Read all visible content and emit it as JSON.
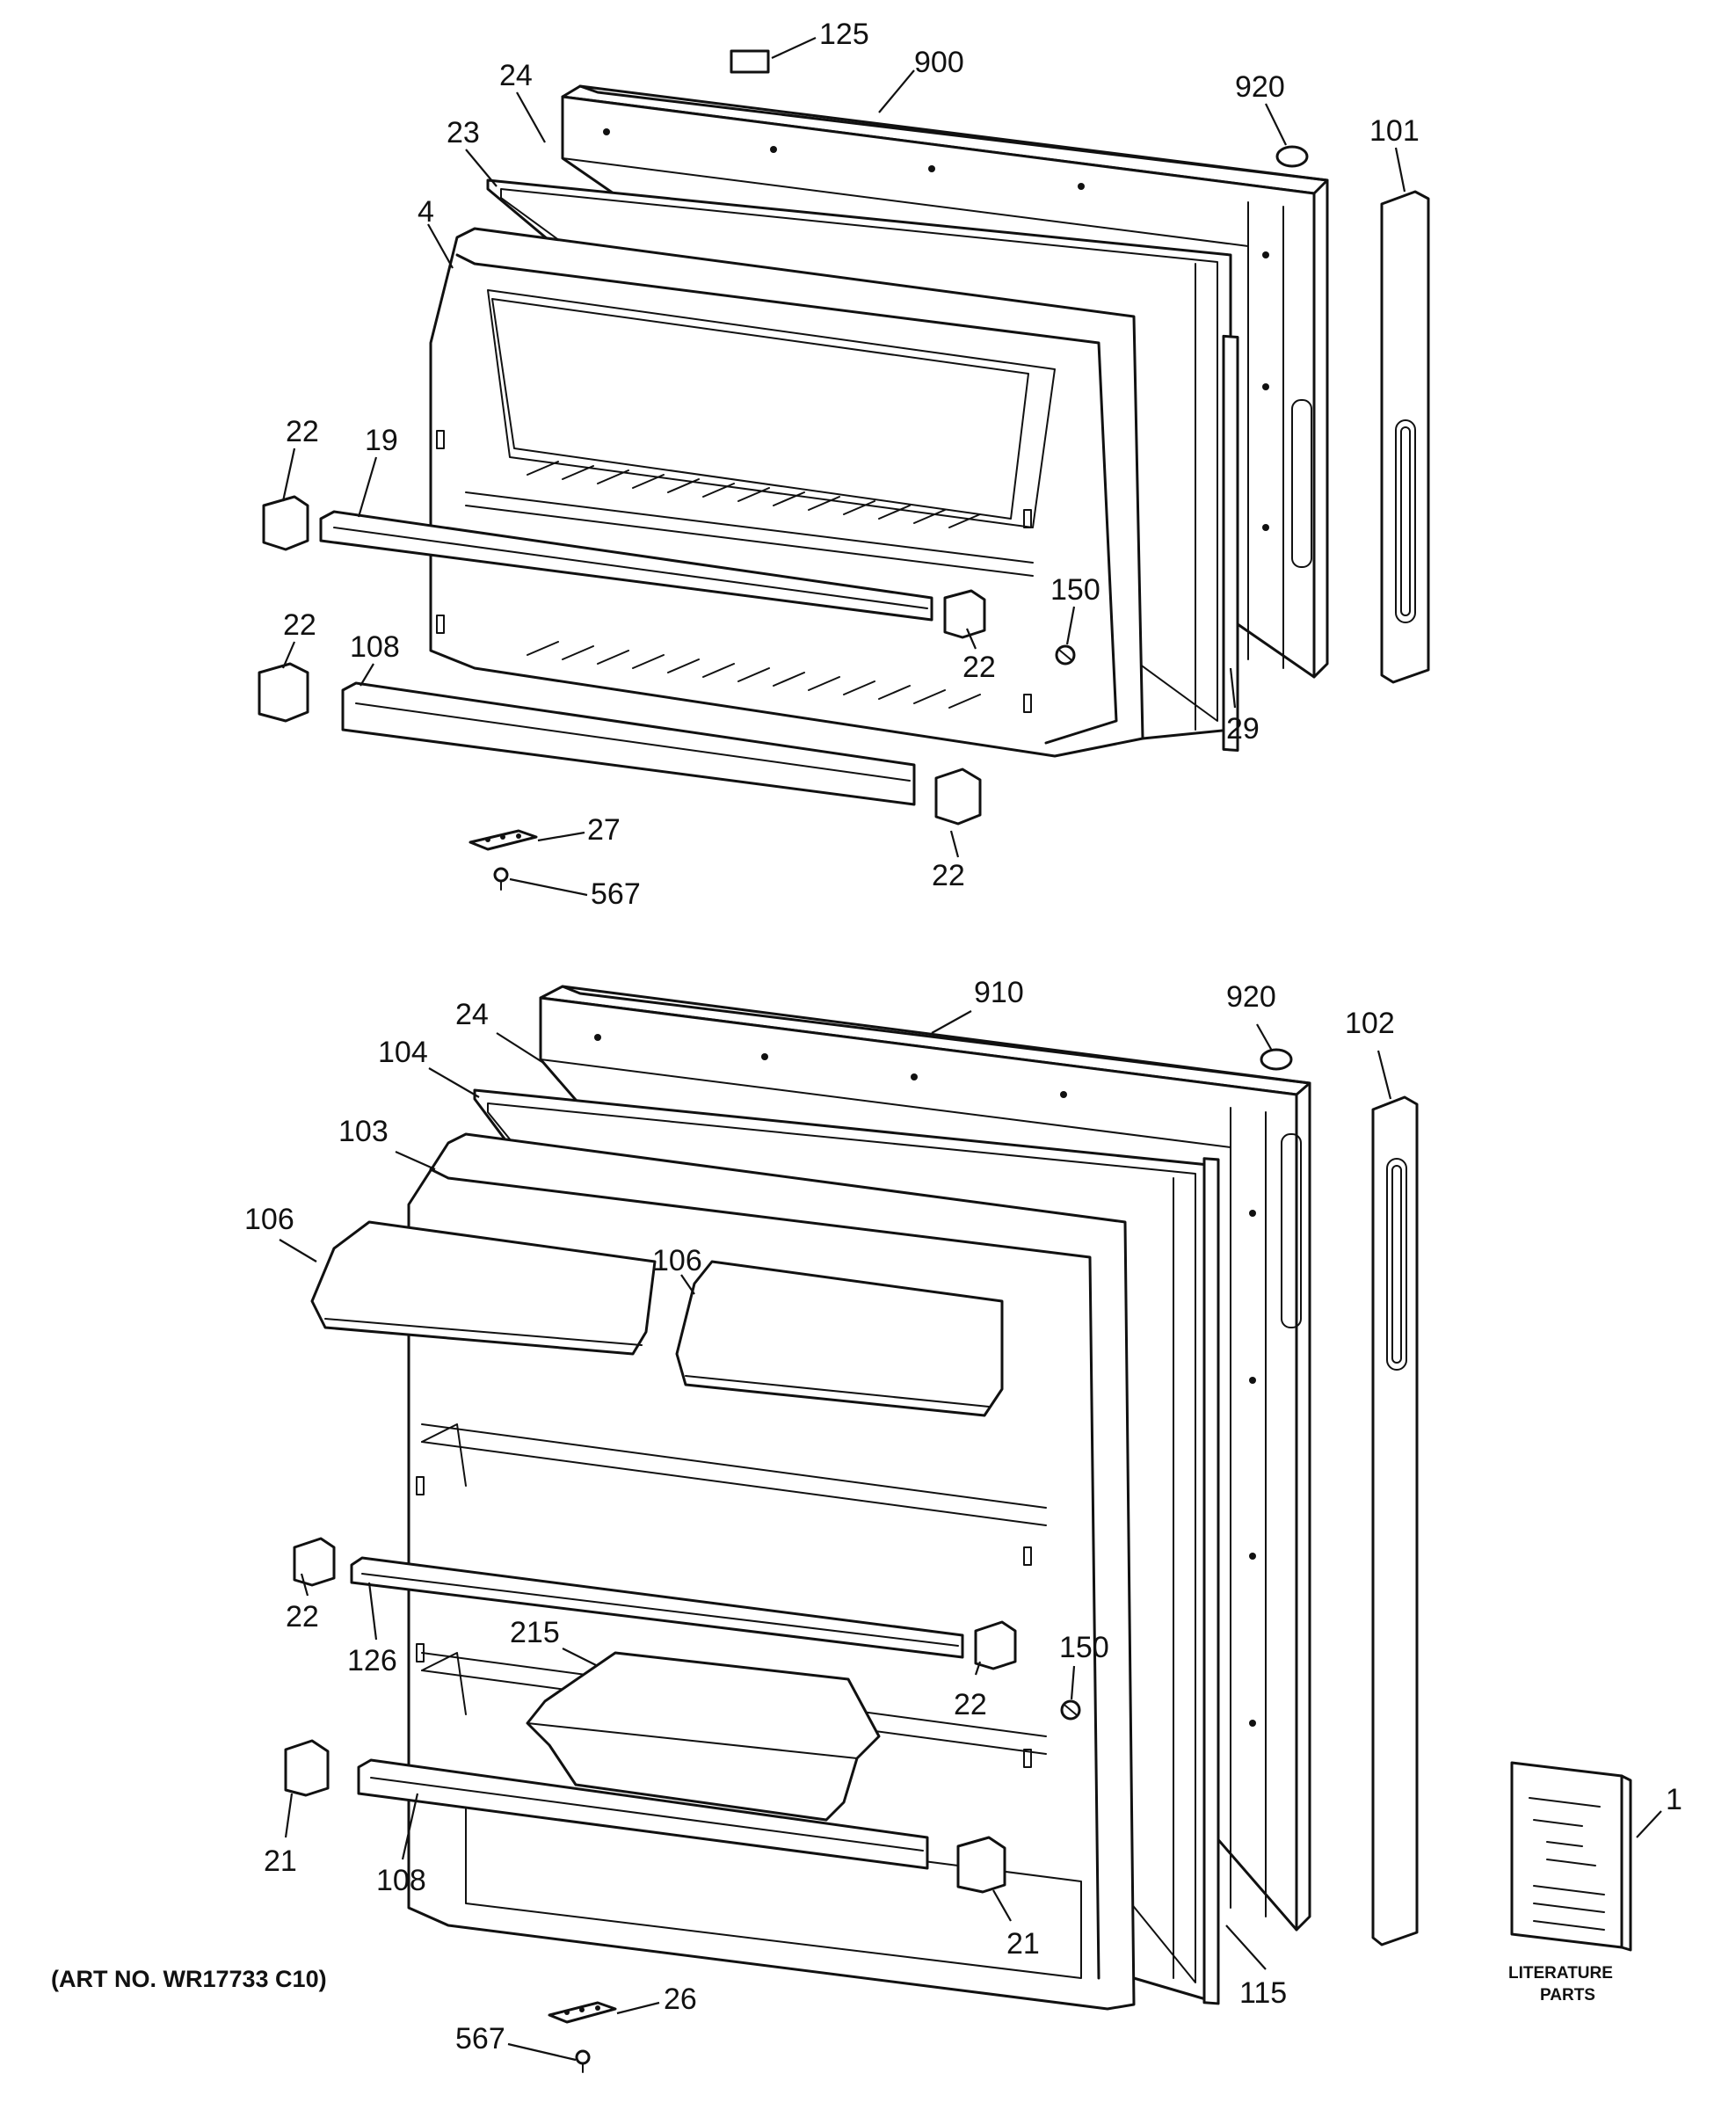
{
  "callouts": {
    "c125": "125",
    "c900": "900",
    "c24a": "24",
    "c920a": "920",
    "c101": "101",
    "c23": "23",
    "c4": "4",
    "c22a": "22",
    "c19": "19",
    "c150a": "150",
    "c22b": "22",
    "c108a": "108",
    "c22c": "22",
    "c29": "29",
    "c27": "27",
    "c22d": "22",
    "c567a": "567",
    "c910": "910",
    "c920b": "920",
    "c102": "102",
    "c24b": "24",
    "c104": "104",
    "c103": "103",
    "c106a": "106",
    "c106b": "106",
    "c22e": "22",
    "c126": "126",
    "c215": "215",
    "c150b": "150",
    "c22f": "22",
    "c1": "1",
    "c21a": "21",
    "c108b": "108",
    "c21b": "21",
    "c115": "115",
    "c26": "26",
    "c567b": "567"
  },
  "art_number": "(ART NO. WR17733 C10)",
  "literature": {
    "line1": "LITERATURE",
    "line2": "PARTS"
  }
}
